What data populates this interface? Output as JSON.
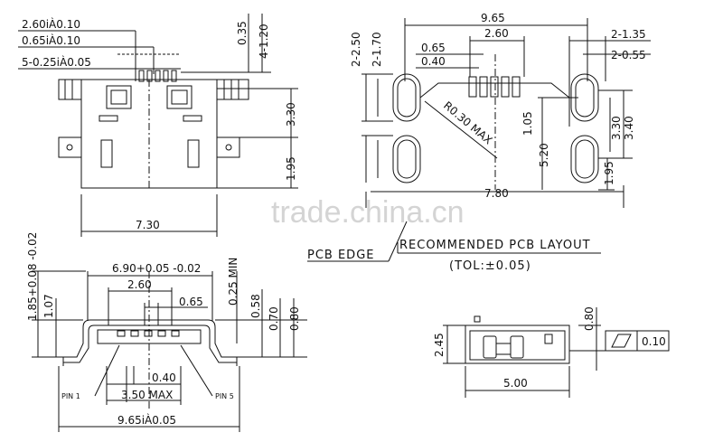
{
  "watermark": "trade.china.cn",
  "top_left": {
    "dims": [
      "2.60iÀ0.10",
      "0.65iÀ0.10",
      "5-0.25iÀ0.05",
      "0.35",
      "4-1.20",
      "3.30",
      "1.95",
      "7.30"
    ]
  },
  "top_right": {
    "dims": [
      "9.65",
      "2.60",
      "0.65",
      "0.40",
      "2-1.35",
      "2-0.55",
      "2-2.50",
      "2-1.70",
      "R0.30 MAX",
      "1.05",
      "5.20",
      "3.30",
      "3.40",
      "1.95",
      "7.80"
    ],
    "pcb_edge": "PCB EDGE",
    "layout_title": "RECOMMENDED PCB LAYOUT",
    "tolerance": "(TOL:±0.05)"
  },
  "bottom_left": {
    "dims": [
      "6.90+0.05 -0.02",
      "0.25 MIN",
      "2.60",
      "0.65",
      "0.58",
      "0.70",
      "0.80",
      "1.85+0.08 -0.02",
      "1.07",
      "0.40",
      "3.50 MAX",
      "9.65iÀ0.05"
    ],
    "pin1": "PIN 1",
    "pin5": "PIN 5"
  },
  "bottom_right": {
    "dims": [
      "2.45",
      "0.80",
      "5.00"
    ],
    "flatness": "0.10"
  }
}
